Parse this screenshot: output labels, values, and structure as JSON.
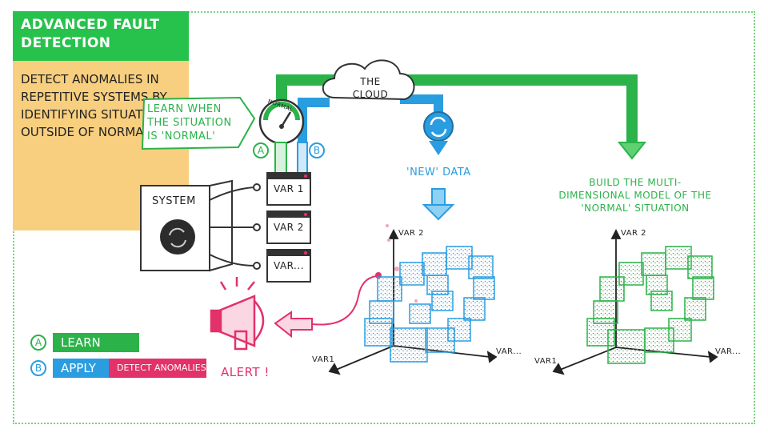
{
  "title": "Advanced Fault Detection",
  "description": "Detect anomalies in repetitive systems by identifying situations outside of normality",
  "cloud_label": "The Cloud",
  "gauge_label": "Normal",
  "learn_caption": "Learn when the situation is 'normal'",
  "tag_a": "A",
  "tag_b": "B",
  "system_label": "System",
  "variables": [
    "VAR 1",
    "VAR 2",
    "VAR..."
  ],
  "new_data_label": "'New' data",
  "model_caption": "Build the multi-dimensional model of the 'normal' situation",
  "alert_label": "Alert !",
  "plot_blue": {
    "y_axis": "VAR 2",
    "x_axis": "VAR1",
    "z_axis": "VAR..."
  },
  "plot_green": {
    "y_axis": "VAR 2",
    "x_axis": "VAR1",
    "z_axis": "VAR..."
  },
  "legend": {
    "learn": {
      "tag": "A",
      "label": "Learn"
    },
    "apply": {
      "tag": "B",
      "label": "Apply",
      "extra": "Detect anomalies"
    }
  },
  "colors": {
    "green": "#2bb34a",
    "blue": "#2a9de0",
    "pink": "#e3316a",
    "orange": "#f8cf7e"
  }
}
